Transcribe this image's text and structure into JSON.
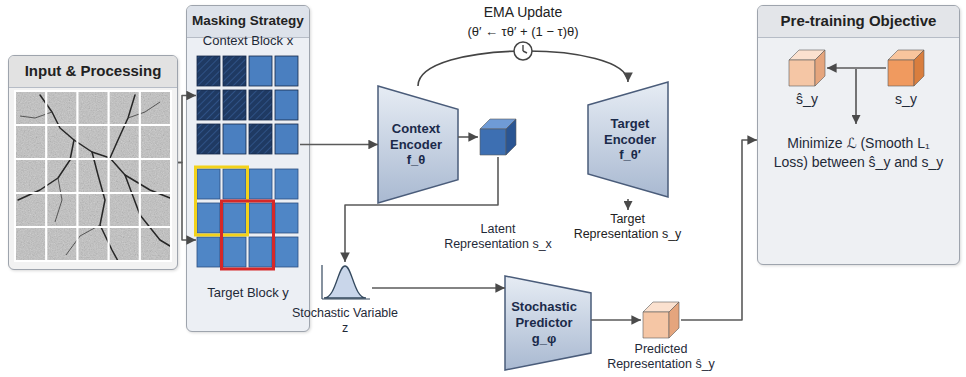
{
  "diagram": {
    "nodes": [
      {
        "text": [
          "Input & Processing"
        ]
      },
      {
        "text": [
          "Masking Strategy"
        ]
      },
      {
        "text": [
          "Context Block x"
        ],
        "in": 1
      },
      {
        "text": [
          "Target Block y"
        ],
        "in": 1
      },
      {
        "text": [
          "Context Encoder f_θ"
        ]
      },
      {
        "text": [
          "Latent Representation s_x"
        ]
      },
      {
        "text": [
          "Target Encoder f_θ′"
        ]
      },
      {
        "text": [
          "Stochastic Variable z"
        ]
      },
      {
        "text": [
          "Stochastic Predictor g_φ"
        ]
      },
      {
        "text": [
          "Predicted Representation ŝ_y"
        ]
      },
      {
        "text": [
          "Pre-training Objective",
          "Minimize ℒ (Smooth L₁ Loss) between ŝ_y and s_y"
        ]
      },
      {
        "text": [
          "ŝ_y"
        ],
        "in": 10
      },
      {
        "text": [
          "s_y"
        ],
        "in": 10
      }
    ],
    "edges": [
      {
        "from": 0,
        "to": 2,
        "arrow": "to"
      },
      {
        "from": 0,
        "to": 3,
        "arrow": "to"
      },
      {
        "from": 2,
        "to": 4,
        "arrow": "to"
      },
      {
        "from": 4,
        "to": 5,
        "arrow": "to"
      },
      {
        "from": 4,
        "to": 6,
        "label": "EMA Update",
        "arrow": "to"
      },
      {
        "from": 5,
        "to": 7,
        "arrow": "to"
      },
      {
        "from": 7,
        "to": 8,
        "arrow": "to"
      },
      {
        "from": 8,
        "to": 9,
        "arrow": "to"
      },
      {
        "from": 9,
        "to": 10,
        "arrow": "to"
      },
      {
        "from": 12,
        "to": 11,
        "arrow": "to"
      }
    ],
    "labels": [
      "(θ′ ← τθ′ + (1 − τ)θ)",
      "Target Representation s_y"
    ]
  }
}
